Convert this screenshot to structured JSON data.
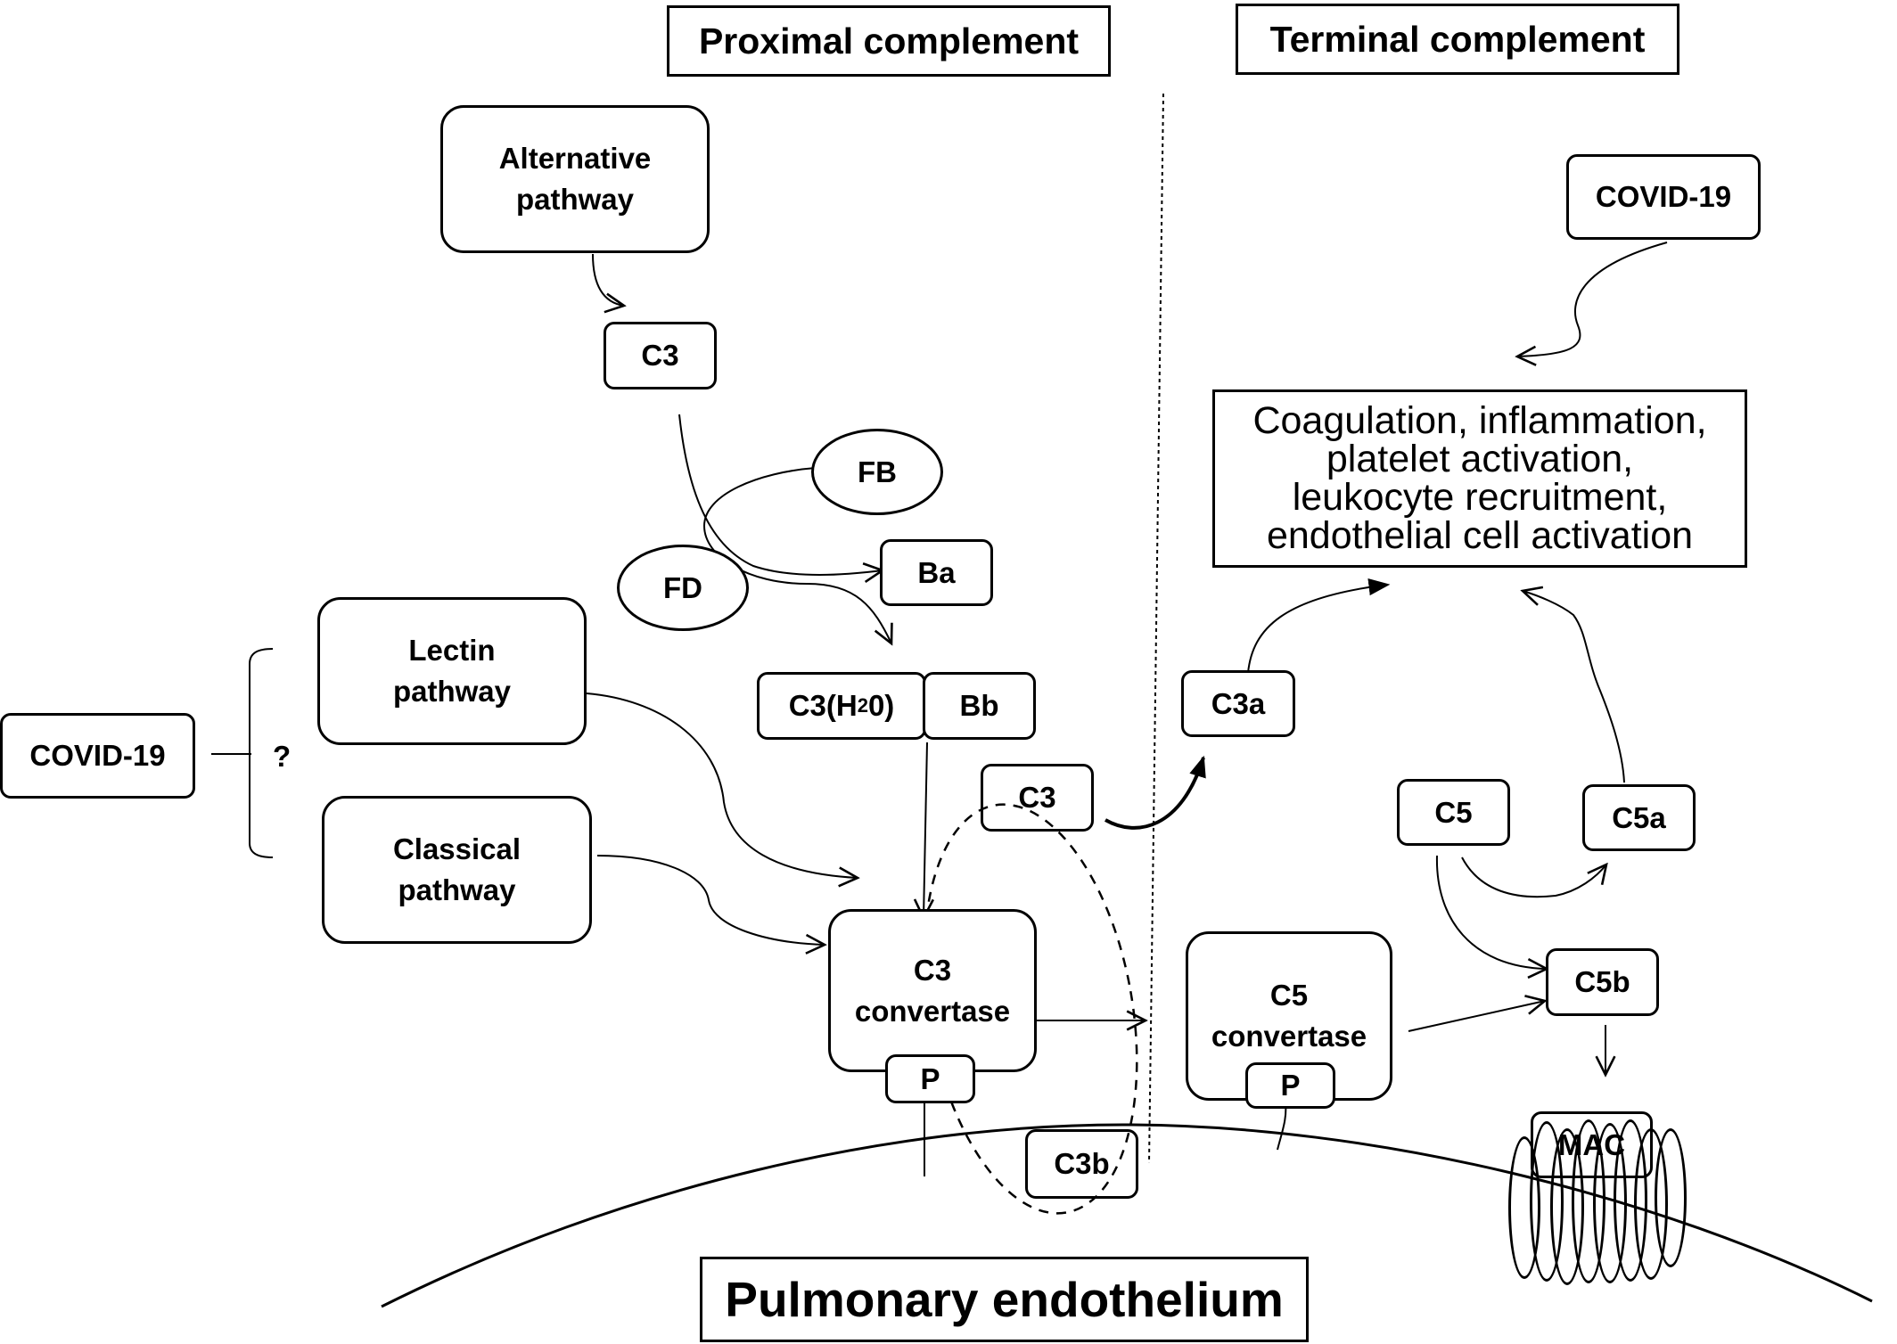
{
  "headers": {
    "proximal": "Proximal complement",
    "terminal": "Terminal complement"
  },
  "pathways": {
    "alternative": "Alternative\npathway",
    "lectin": "Lectin\npathway",
    "classical": "Classical\npathway"
  },
  "triggers": {
    "covid_left": "COVID-19",
    "covid_right": "COVID-19",
    "unknown_mark": "?"
  },
  "factors": {
    "fb": "FB",
    "fd": "FD",
    "ba": "Ba",
    "bb": "Bb"
  },
  "c3_complex": {
    "prefix": "C3(H",
    "subscript": "2",
    "suffix": "0)"
  },
  "components": {
    "c3_top": "C3",
    "c3_mid": "C3",
    "c3a": "C3a",
    "c3b": "C3b",
    "c5": "C5",
    "c5a": "C5a",
    "c5b": "C5b",
    "mac": "MAC"
  },
  "convertases": {
    "c3": "C3\nconvertase",
    "c5": "C5\nconvertase",
    "properdin": "P"
  },
  "effects": "Coagulation, inflammation,\nplatelet activation,\nleukocyte recruitment,\nendothelial cell activation",
  "tissue": "Pulmonary endothelium"
}
